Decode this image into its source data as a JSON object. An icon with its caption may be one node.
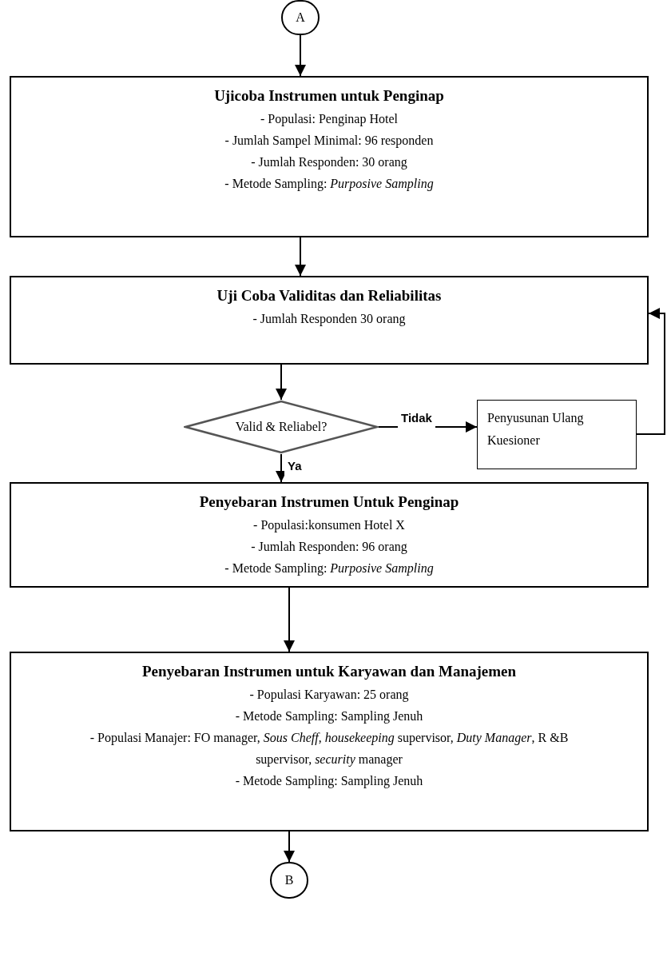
{
  "diagram": {
    "nodes": [
      {
        "text": [
          "A"
        ]
      },
      {
        "text": [
          "Ujicoba Instrumen untuk Penginap",
          "- Populasi: Penginap Hotel",
          "- Jumlah Sampel Minimal: 96 responden",
          "- Jumlah Responden: 30 orang",
          "- Metode Sampling: *Purposive Sampling*"
        ]
      },
      {
        "text": [
          "Uji Coba Validitas dan Reliabilitas",
          "- Jumlah Responden 30 orang"
        ]
      },
      {
        "text": [
          "Valid & Reliabel?"
        ]
      },
      {
        "text": [
          "Penyusunan Ulang Kuesioner"
        ]
      },
      {
        "text": [
          "Penyebaran Instrumen Untuk Penginap",
          "- Populasi:konsumen Hotel X",
          "- Jumlah Responden: 96 orang",
          "- Metode Sampling: *Purposive Sampling*"
        ]
      },
      {
        "text": [
          "Penyebaran Instrumen untuk Karyawan dan Manajemen",
          "- Populasi Karyawan: 25 orang",
          "- Metode Sampling: Sampling Jenuh",
          "- Populasi Manajer: FO manager, *Sous Cheff*, *housekeeping* supervisor, *Duty Manager*, R &B supervisor, *security* manager",
          "- Metode Sampling: Sampling Jenuh"
        ]
      },
      {
        "text": [
          "B"
        ]
      }
    ],
    "edges": [
      {
        "from": 0,
        "to": 1,
        "arrow": "to"
      },
      {
        "from": 1,
        "to": 2,
        "arrow": "to"
      },
      {
        "from": 2,
        "to": 3,
        "arrow": "to"
      },
      {
        "from": 3,
        "to": 4,
        "arrow": "to",
        "label": "Tidak"
      },
      {
        "from": 4,
        "to": 2,
        "arrow": "to"
      },
      {
        "from": 3,
        "to": 5,
        "arrow": "to",
        "label": "Ya"
      },
      {
        "from": 5,
        "to": 6,
        "arrow": "to"
      },
      {
        "from": 6,
        "to": 7,
        "arrow": "to"
      }
    ]
  }
}
